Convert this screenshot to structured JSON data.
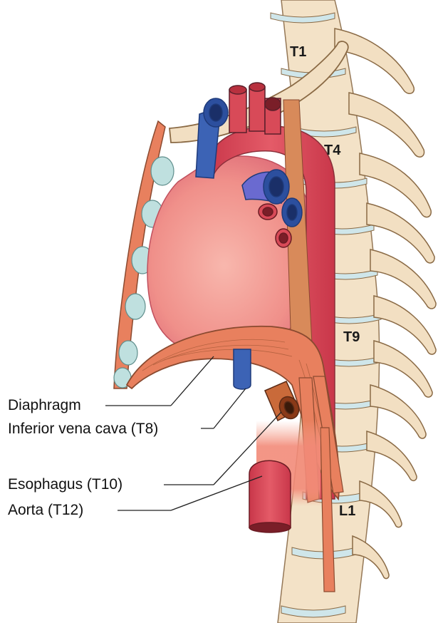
{
  "labels": {
    "diaphragm": "Diaphragm",
    "ivc": "Inferior vena cava (T8)",
    "esophagus": "Esophagus (T10)",
    "aorta": "Aorta (T12)"
  },
  "vertebrae": {
    "t1": "T1",
    "t4": "T4",
    "t9": "T9",
    "l1": "L1"
  },
  "colors": {
    "bone": "#f2dfc2",
    "bone_edge": "#8a6a45",
    "disc": "#cfe6ea",
    "heart": "#f39a93",
    "aorta": "#dd4f5d",
    "vein": "#3c63b5",
    "muscle": "#e07a50",
    "esophagus": "#c96a3a",
    "cartilage": "#bfe0df"
  }
}
